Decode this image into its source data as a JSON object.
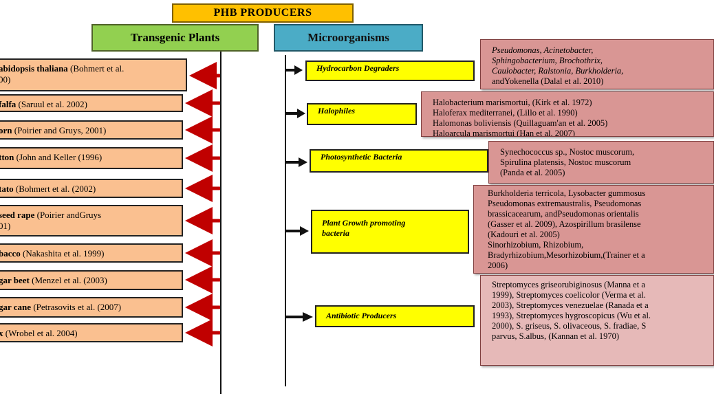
{
  "title": "PHB PRODUCERS",
  "categories": {
    "plants": "Transgenic Plants",
    "microbes": "Microorganisms"
  },
  "plants": [
    {
      "name": "abidopsis thaliana",
      "ref": " (Bohmert et al.",
      "ref2": "00)"
    },
    {
      "name": "falfa",
      "ref": " (Saruul et al. 2002)"
    },
    {
      "name": "orn",
      "ref": " (Poirier and Gruys, 2001)"
    },
    {
      "name": "tton",
      "ref": " (John and Keller (1996)"
    },
    {
      "name": "tato",
      "ref": " (Bohmert et al. (2002)"
    },
    {
      "name": "seed rape",
      "ref": " (Poirier andGruys",
      "ref2": "01)"
    },
    {
      "name": "bacco",
      "ref": " (Nakashita et al. 1999)"
    },
    {
      "name": "gar beet",
      "ref": " (Menzel et al. (2003)"
    },
    {
      "name": "gar cane",
      "ref": " (Petrasovits et al. (2007)"
    },
    {
      "name": "x",
      "ref": " (Wrobel et al. 2004)"
    }
  ],
  "microbe_groups": [
    {
      "label": "Hydrocarbon Degraders"
    },
    {
      "label": "Halophiles"
    },
    {
      "label": "Photosynthetic Bacteria"
    },
    {
      "label": "Plant Growth promoting",
      "label2": "bacteria"
    },
    {
      "label": "Antibiotic Producers"
    }
  ],
  "details": {
    "hydrocarbon": [
      "Pseudomonas, Acinetobacter,",
      "Sphingobacterium, Brochothrix,",
      "Caulobacter, Ralstonia, Burkholderia,",
      "andYokenella (Dalal et al. 2010)"
    ],
    "halophiles": [
      "Halobacterium marismortui, (Kirk et al. 1972)",
      "Haloferax mediterranei, (Lillo et al. 1990)",
      "Halomonas boliviensis (Quillaguam'an et al. 2005)",
      "Haloarcula marismortui (Han et al. 2007)"
    ],
    "photosynthetic": [
      "Synechococcus sp., Nostoc muscorum,",
      "Spirulina platensis, Nostoc muscorum",
      "(Panda et al. 2005)"
    ],
    "pgpb": [
      "Burkholderia terricola, Lysobacter gummosus",
      "Pseudomonas extremaustralis, Pseudomonas",
      "brassicacearum, andPseudomonas orientalis",
      "(Gasser et al. 2009), Azospirillum brasilense",
      "(Kadouri et al. 2005)",
      "Sinorhizobium, Rhizobium,",
      "Bradyrhizobium,Mesorhizobium,(Trainer et a",
      "2006)"
    ],
    "antibiotic": [
      "Streptomyces griseorubiginosus (Manna et a",
      "1999), Streptomyces coelicolor (Verma et al.",
      "2003), Streptomyces venezuelae (Ranada et a",
      "1993), Streptomyces hygroscopicus (Wu et al.",
      "2000), S. griseus, S. olivaceous, S. fradiae, S",
      "parvus, S.albus, (Kannan et al. 1970)"
    ]
  },
  "colors": {
    "title_bg": "#ffc000",
    "plants_header_bg": "#92d050",
    "microbes_header_bg": "#4bacc6",
    "plant_box_bg": "#fac090",
    "group_box_bg": "#ffff00",
    "detail_box_bg": "#d99694",
    "arrow_red": "#c00000"
  }
}
